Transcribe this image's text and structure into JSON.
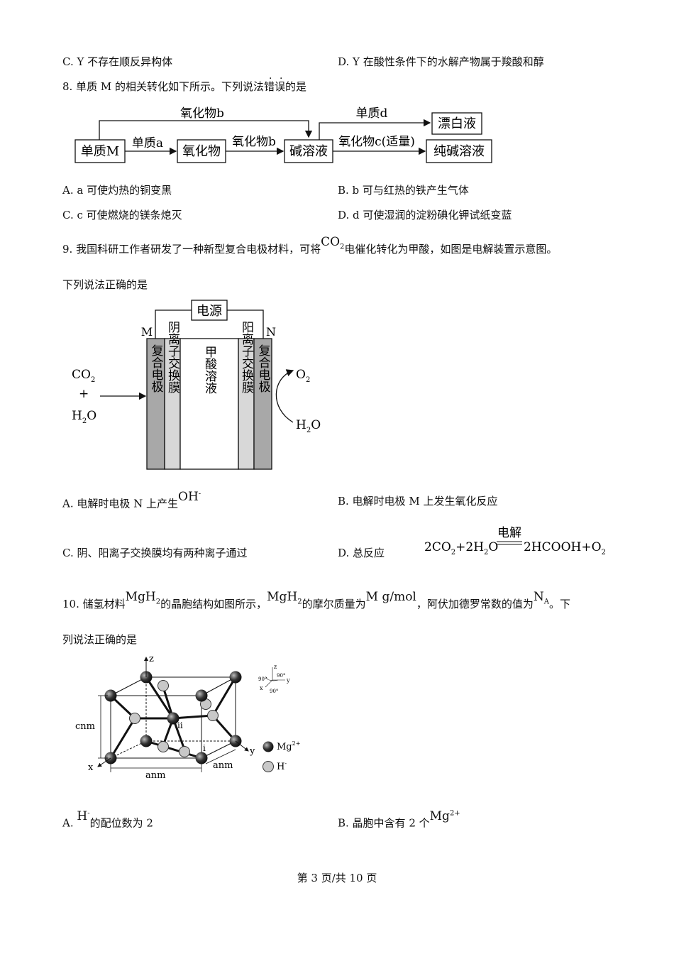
{
  "q7": {
    "optC": "C. Y 不存在顺反异构体",
    "optD": "D. Y 在酸性条件下的水解产物属于羧酸和醇"
  },
  "q8": {
    "stem_prefix": "8. 单质 M 的相关转化如下所示。下列说法",
    "stem_emph": "错误",
    "stem_suffix": "的是",
    "flow": {
      "singleM": "单质M",
      "singleA": "单质a",
      "oxide": "氧化物",
      "oxideB": "氧化物b",
      "oxideBtop": "氧化物b",
      "alkali": "碱溶液",
      "singleD": "单质d",
      "bleach": "漂白液",
      "oxideC": "氧化物c(适量)",
      "soda": "纯碱溶液"
    },
    "optA": "A. a 可使灼热的铜变黑",
    "optB": "B. b 可与红热的铁产生气体",
    "optC": "C. c 可使燃烧的镁条熄灭",
    "optD": "D. d 可使湿润的淀粉碘化钾试纸变蓝"
  },
  "q9": {
    "stem_prefix": "9. 我国科研工作者研发了一种新型复合电极材料，可将",
    "co2": "CO",
    "co2_sub": "2",
    "stem_suffix": "电催化转化为甲酸，如图是电解装置示意图。",
    "line2": "下列说法正确的是",
    "diagram": {
      "power": "电源",
      "M": "M",
      "N": "N",
      "leftElectrode": "复合电极",
      "anionMembrane": "阴离子交换膜",
      "solution": "甲酸溶液",
      "cationMembrane": "阳离子交换膜",
      "rightElectrode": "复合电极",
      "co2": "CO",
      "plus": "+",
      "h2o_left": "H",
      "o2": "O",
      "h2o_right": "H"
    },
    "optA_prefix": "A. 电解时电极 N 上产生",
    "optA_ion": "OH",
    "optA_charge": "-",
    "optB": "B. 电解时电极 M 上发生氧化反应",
    "optC": "C. 阴、阳离子交换膜均有两种离子通过",
    "optD_prefix": "D. 总反应",
    "equation": {
      "lhs": "2CO",
      "plus_h2o": "+2H",
      "o": "O",
      "condition": "电解",
      "rhs": "2HCOOH+O"
    }
  },
  "q10": {
    "stem_prefix": "10. 储氢材料",
    "mgh2": "MgH",
    "stem_mid1": "的晶胞结构如图所示，",
    "stem_mid2": "的摩尔质量为",
    "molar": "M g/mol",
    "stem_mid3": "，阿伏加德罗常数的值为",
    "na": "N",
    "na_sub": "A",
    "stem_suffix": "。下",
    "line2": "列说法正确的是",
    "diagram": {
      "z": "z",
      "x": "x",
      "y": "y",
      "c": "cnm",
      "a1": "anm",
      "a2": "anm",
      "ii": "ii",
      "i": "i",
      "mg_legend": "Mg",
      "mg_charge": "2+",
      "h_legend": "H",
      "h_charge": "-",
      "deg": "90°"
    },
    "optA_prefix": "A.",
    "optA_ion": "H",
    "optA_charge": "-",
    "optA_suffix": "的配位数为 2",
    "optB_prefix": "B. 晶胞中含有 2 个",
    "optB_ion": "Mg",
    "optB_charge": "2+"
  },
  "footer": "第 3 页/共 10 页"
}
